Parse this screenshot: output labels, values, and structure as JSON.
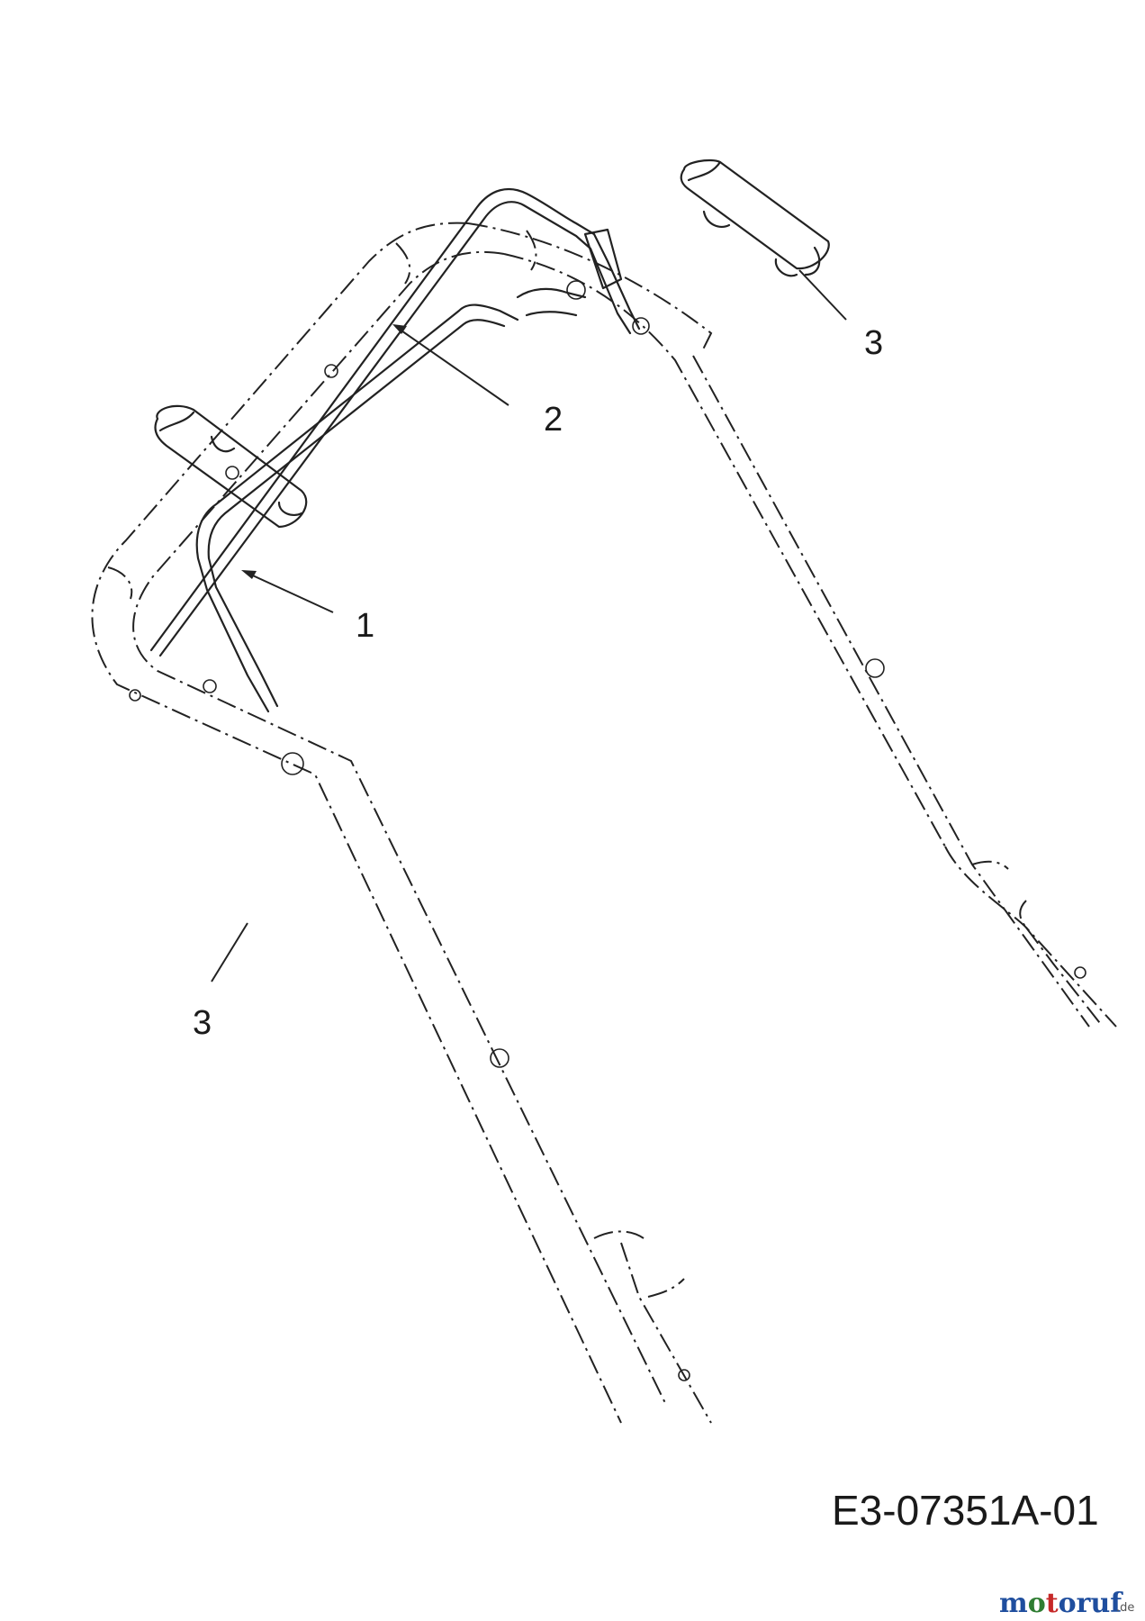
{
  "callouts": [
    {
      "number": "1",
      "part": "lower-bail"
    },
    {
      "number": "2",
      "part": "upper-bail"
    },
    {
      "number": "3",
      "part": "sleeve-right"
    },
    {
      "number": "3",
      "part": "sleeve-left"
    }
  ],
  "drawing_code": "E3-07351A-01",
  "watermark": {
    "brand": "motoruf",
    "tld": ".de",
    "colors": {
      "m": "#1f4e9e",
      "o": "#2f7d32",
      "t": "#c62828",
      "rest": "#1f4e9e"
    }
  }
}
